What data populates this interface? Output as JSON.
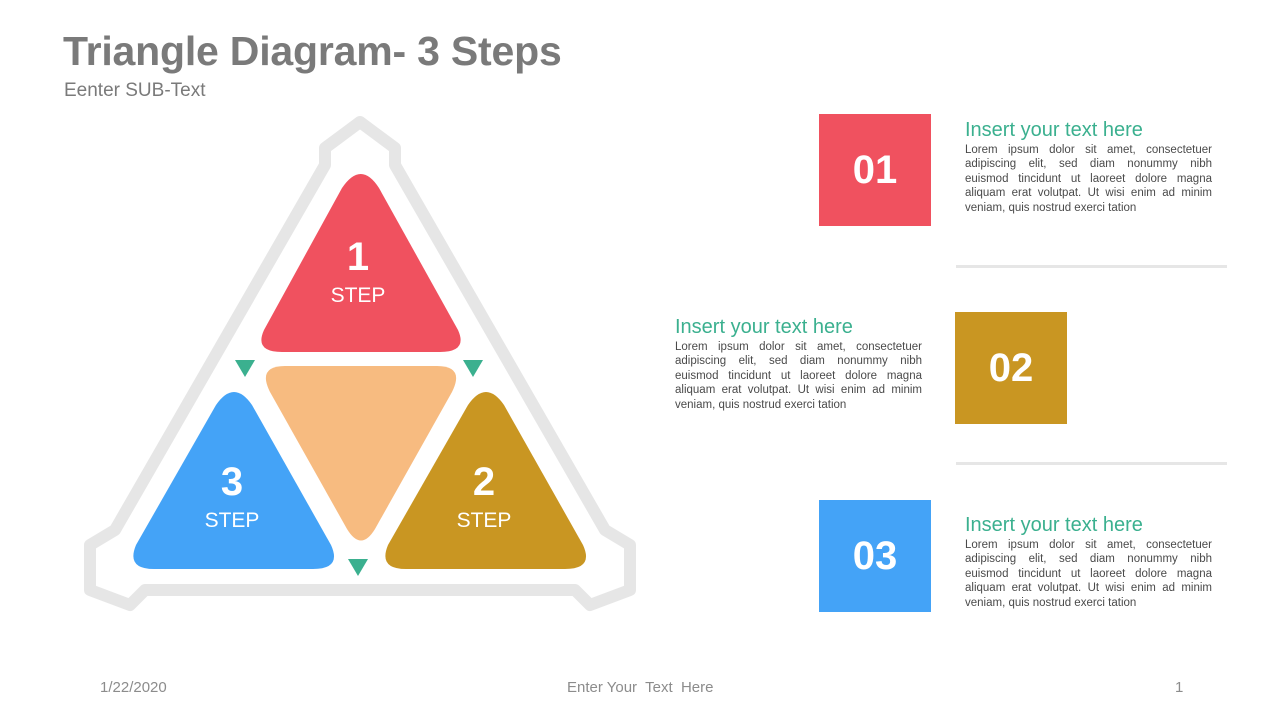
{
  "header": {
    "title": "Triangle Diagram- 3 Steps",
    "subtitle": "Eenter SUB-Text"
  },
  "colors": {
    "step1": "#f0515f",
    "step2": "#c99622",
    "step3": "#44a3f7",
    "center": "#f7bb80",
    "arrow": "#3bb08f",
    "frame": "#e6e6e6"
  },
  "diagram": {
    "steps": [
      {
        "number": "1",
        "label": "STEP"
      },
      {
        "number": "2",
        "label": "STEP"
      },
      {
        "number": "3",
        "label": "STEP"
      }
    ]
  },
  "items": [
    {
      "number": "01",
      "heading": "Insert your text here",
      "body": "Lorem ipsum dolor sit amet, consectetuer adipiscing elit, sed diam nonummy nibh euismod tincidunt ut laoreet dolore magna aliquam erat volutpat. Ut wisi enim ad minim veniam, quis nostrud exerci tation"
    },
    {
      "number": "02",
      "heading": "Insert your text here",
      "body": "Lorem ipsum dolor sit amet, consectetuer adipiscing elit, sed diam nonummy nibh euismod tincidunt ut laoreet dolore magna aliquam erat volutpat. Ut wisi enim ad minim veniam, quis nostrud exerci tation"
    },
    {
      "number": "03",
      "heading": "Insert your text here",
      "body": "Lorem ipsum dolor sit amet, consectetuer adipiscing elit, sed diam nonummy nibh euismod tincidunt ut laoreet dolore magna aliquam erat volutpat. Ut wisi enim ad minim veniam, quis nostrud exerci tation"
    }
  ],
  "footer": {
    "date": "1/22/2020",
    "center_text": "Enter Your  Text  Here",
    "page_number": "1"
  }
}
